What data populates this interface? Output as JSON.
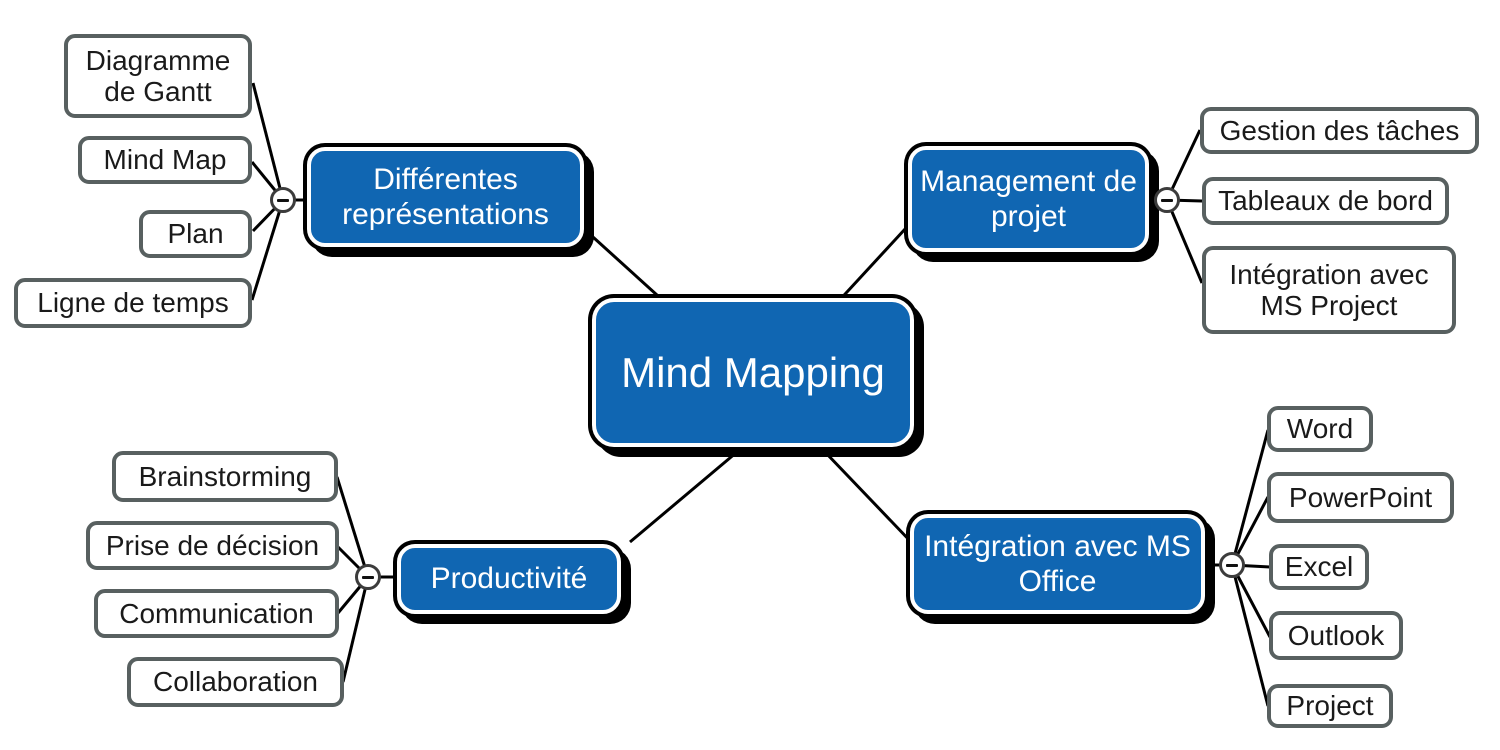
{
  "diagram": {
    "title": "Mind Mapping mind map",
    "root": {
      "label": "Mind Mapping"
    },
    "branches": [
      {
        "label": "Différentes représentations",
        "collapse_state": "expanded",
        "children": [
          {
            "label": "Diagramme de Gantt"
          },
          {
            "label": "Mind Map"
          },
          {
            "label": "Plan"
          },
          {
            "label": "Ligne de temps"
          }
        ]
      },
      {
        "label": "Management de projet",
        "collapse_state": "expanded",
        "children": [
          {
            "label": "Gestion des tâches"
          },
          {
            "label": "Tableaux de bord"
          },
          {
            "label": "Intégration avec MS Project"
          }
        ]
      },
      {
        "label": "Productivité",
        "collapse_state": "expanded",
        "children": [
          {
            "label": "Brainstorming"
          },
          {
            "label": "Prise de décision"
          },
          {
            "label": "Communication"
          },
          {
            "label": "Collaboration"
          }
        ]
      },
      {
        "label": "Intégration avec MS Office",
        "collapse_state": "expanded",
        "children": [
          {
            "label": "Word"
          },
          {
            "label": "PowerPoint"
          },
          {
            "label": "Excel"
          },
          {
            "label": "Outlook"
          },
          {
            "label": "Project"
          }
        ]
      }
    ],
    "colors": {
      "topic_fill": "#1066b2",
      "topic_text": "#ffffff",
      "topic_outline": "#000000",
      "leaf_fill": "#ffffff",
      "leaf_border": "#586060",
      "leaf_text": "#1a1a1a",
      "connector": "#000000",
      "background": "#ffffff"
    }
  }
}
